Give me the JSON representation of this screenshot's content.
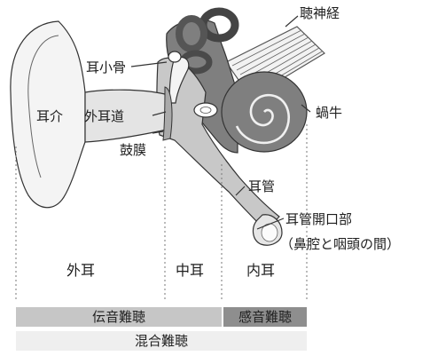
{
  "labels": {
    "auditory_nerve": "聴神経",
    "ossicles": "耳小骨",
    "auricle": "耳介",
    "ear_canal": "外耳道",
    "cochlea": "蝸牛",
    "eardrum": "鼓膜",
    "eustachian_tube": "耳管",
    "tube_opening": "耳管開口部",
    "tube_opening_note": "（鼻腔と咽頭の間）"
  },
  "sections": {
    "outer": "外耳",
    "middle": "中耳",
    "inner": "内耳"
  },
  "hearing_loss": {
    "conductive": "伝音難聴",
    "sensorineural": "感音難聴",
    "mixed": "混合難聴"
  },
  "colors": {
    "inner_ear_fill": "#7f7f7f",
    "middle_ear_fill": "#c8c8c8",
    "outer_ear_fill": "#f4f4f4",
    "conductive_bar": "#c6c6c6",
    "sensorineural_bar": "#8e8e8e",
    "mixed_bar": "#efefef"
  }
}
